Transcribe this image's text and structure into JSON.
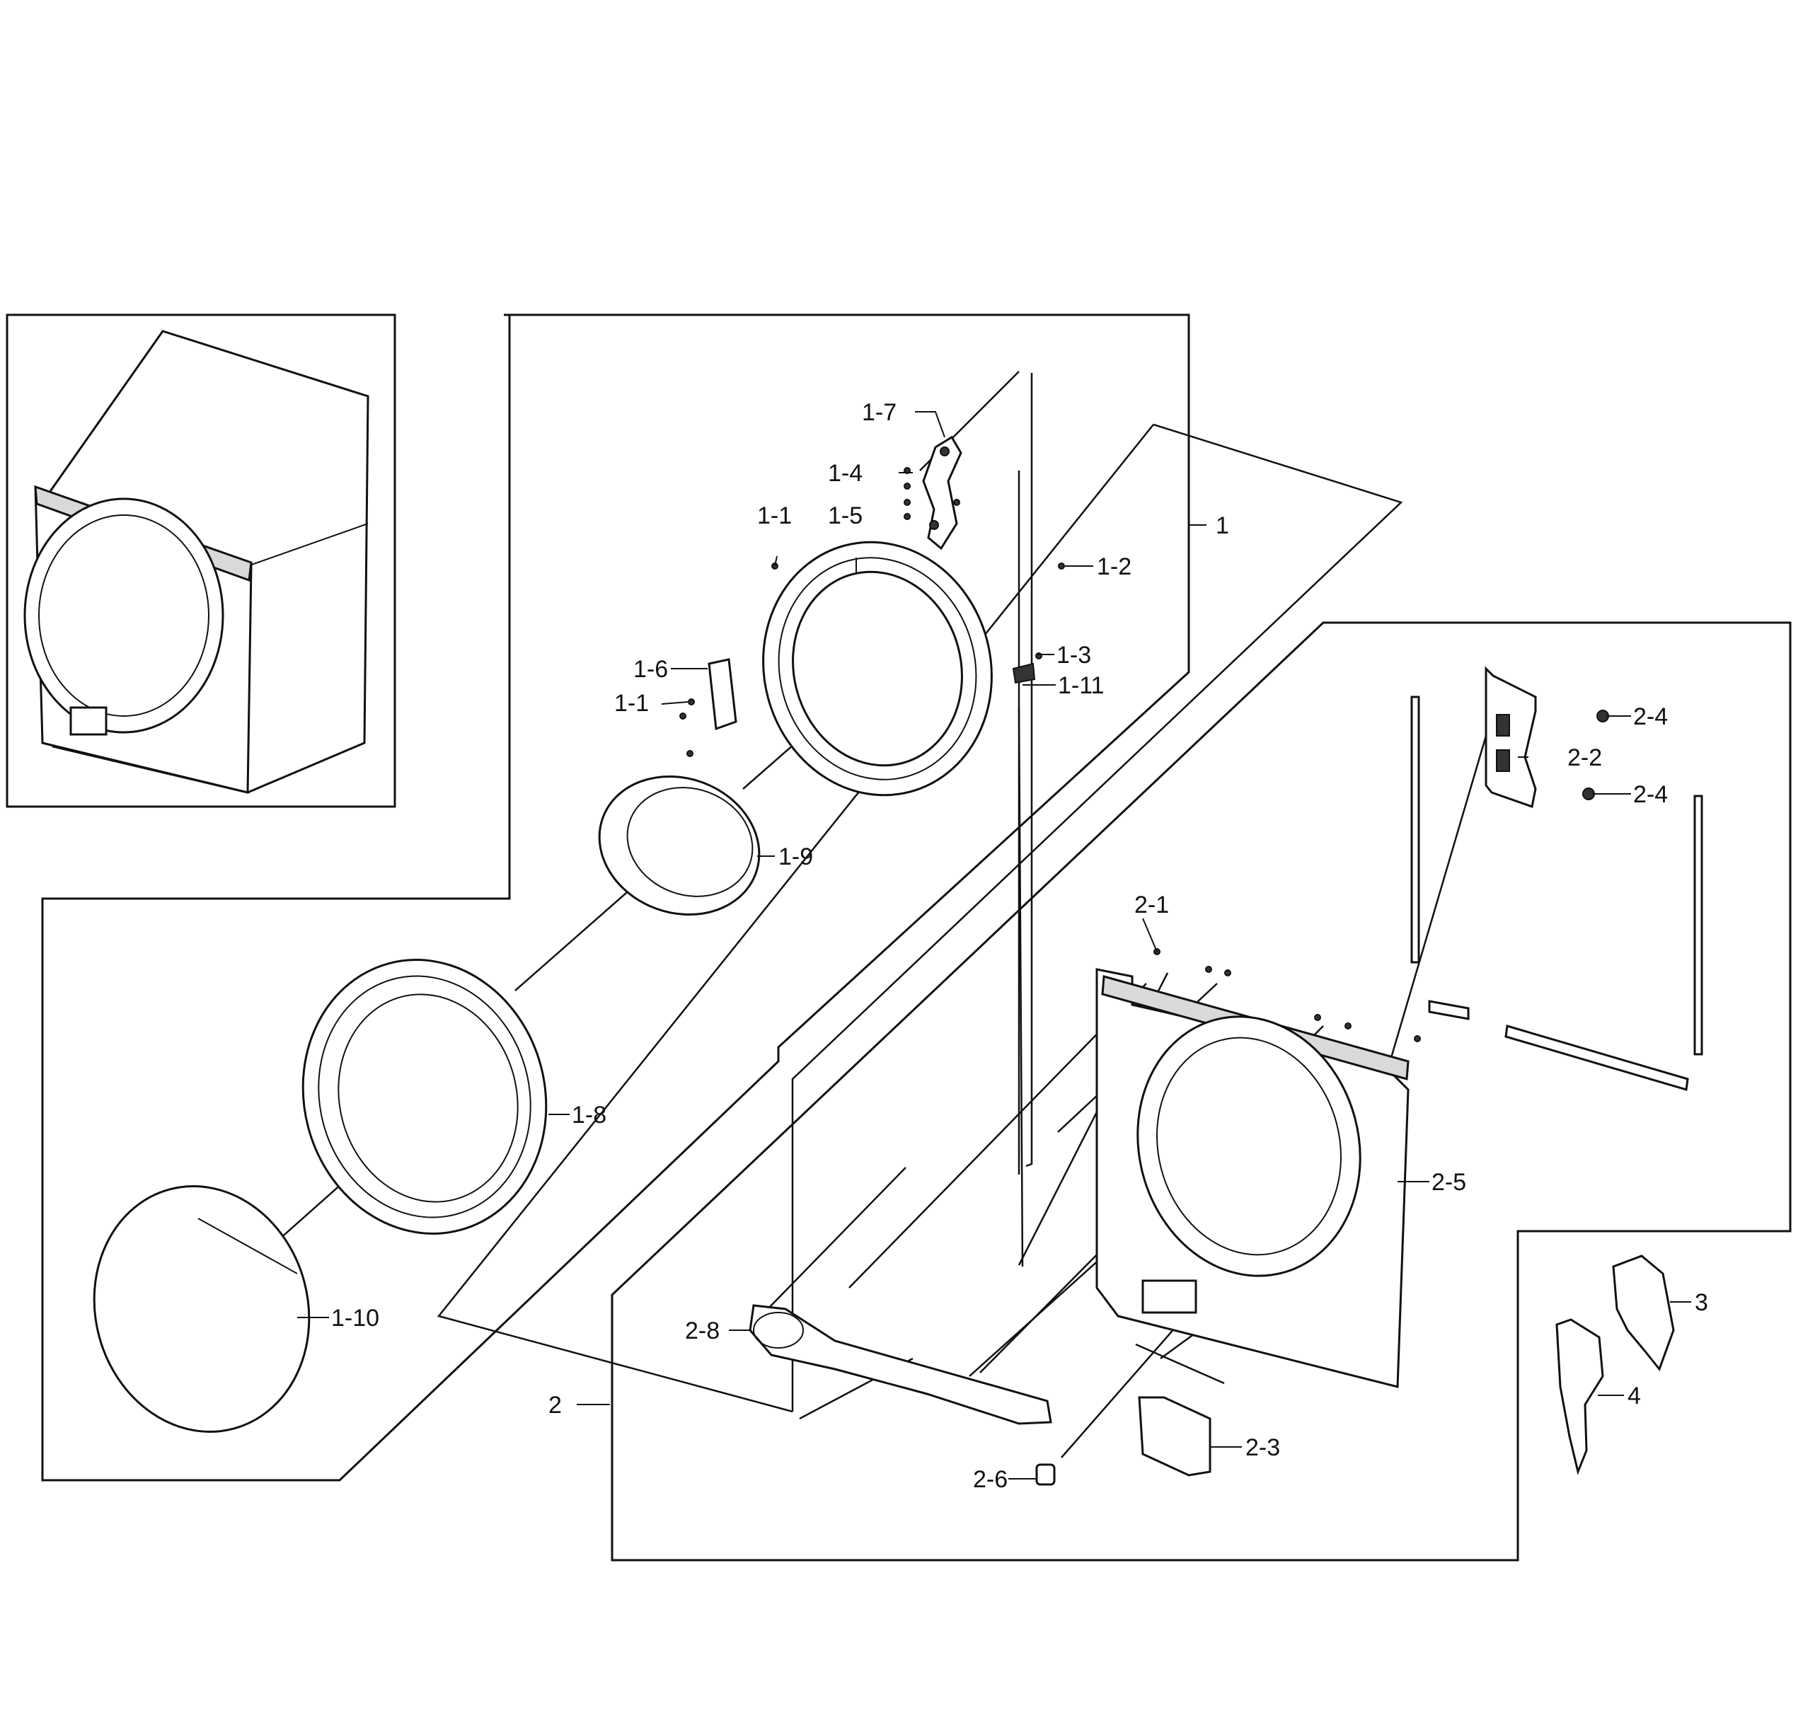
{
  "callouts": {
    "c1": "1",
    "c1_1a": "1-1",
    "c1_1b": "1-1",
    "c1_2": "1-2",
    "c1_3": "1-3",
    "c1_4": "1-4",
    "c1_5": "1-5",
    "c1_6": "1-6",
    "c1_7": "1-7",
    "c1_8": "1-8",
    "c1_9": "1-9",
    "c1_10": "1-10",
    "c1_11": "1-11",
    "c2": "2",
    "c2_1": "2-1",
    "c2_2": "2-2",
    "c2_3": "2-3",
    "c2_4a": "2-4",
    "c2_4b": "2-4",
    "c2_5": "2-5",
    "c2_6": "2-6",
    "c2_8": "2-8",
    "c3": "3",
    "c4": "4"
  }
}
